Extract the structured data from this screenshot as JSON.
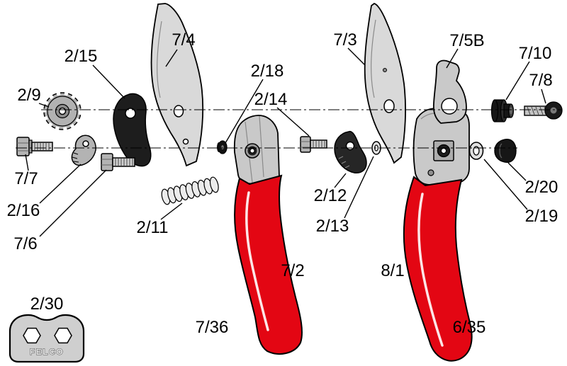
{
  "figure": {
    "type": "exploded-parts-diagram",
    "brand": "FELCO",
    "labels": {
      "blade_left": "7/4",
      "counter_blade_plate": "2/15",
      "adjustment_gear": "2/9",
      "bolt_left": "7/7",
      "toothed_segment": "2/16",
      "screw_small_left": "7/6",
      "spring": "2/11",
      "nut_left": "2/18",
      "bolt_center": "2/14",
      "handle_left": "7/2",
      "handle_left_grip": "7/36",
      "blade_right": "7/3",
      "head_plate": "7/5B",
      "bushing": "7/10",
      "adjustment_screw": "7/8",
      "cam": "2/12",
      "washer_small": "2/13",
      "cap_nut": "2/20",
      "washer_right": "2/19",
      "handle_right": "8/1",
      "handle_right_grip": "6/35",
      "wrench_plate": "2/30"
    }
  }
}
